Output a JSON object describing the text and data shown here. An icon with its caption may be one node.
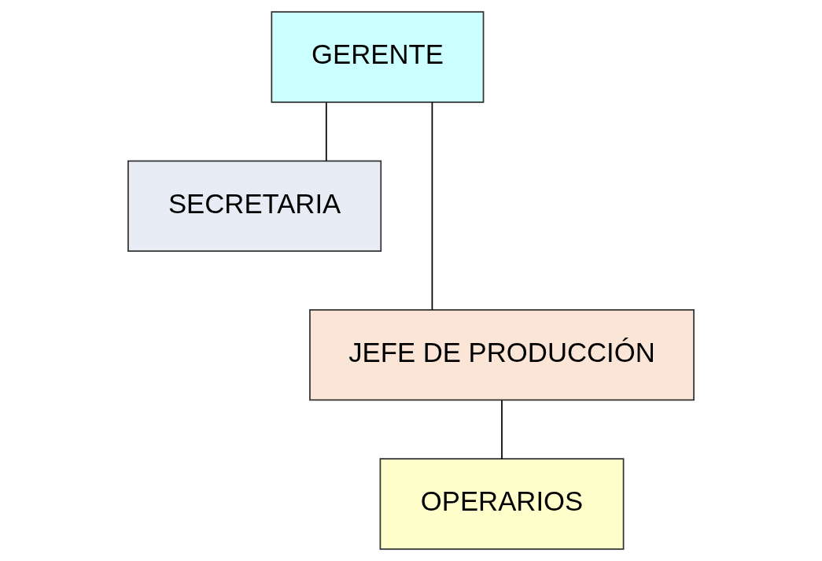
{
  "diagram": {
    "nodes": [
      {
        "text": [
          "GERENTE"
        ]
      },
      {
        "text": [
          "SECRETARIA"
        ]
      },
      {
        "text": [
          "JEFE DE PRODUCCIÓN"
        ]
      },
      {
        "text": [
          "OPERARIOS"
        ]
      }
    ],
    "edges": [
      {
        "from": 0,
        "to": 1,
        "arrow": "none"
      },
      {
        "from": 0,
        "to": 2,
        "arrow": "none"
      },
      {
        "from": 2,
        "to": 3,
        "arrow": "none"
      }
    ]
  }
}
